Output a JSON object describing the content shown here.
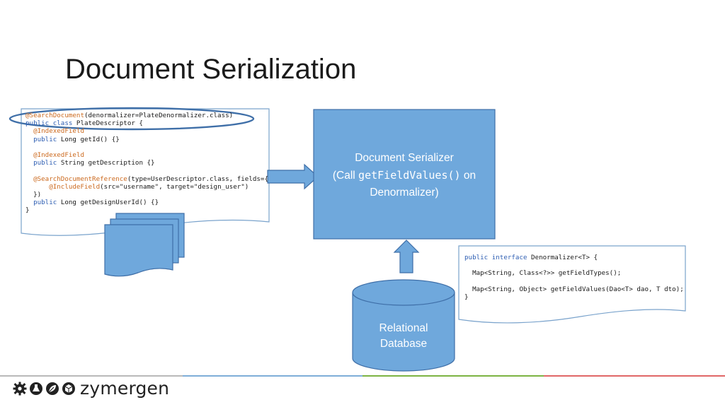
{
  "slide": {
    "title": "Document Serialization"
  },
  "code_left": {
    "lines": [
      [
        {
          "t": "@SearchDocument",
          "c": "ann"
        },
        {
          "t": "(denormalizer=PlateDenormalizer.class)",
          "c": ""
        }
      ],
      [
        {
          "t": "public class",
          "c": "kw"
        },
        {
          "t": " PlateDescriptor {",
          "c": ""
        }
      ],
      [
        {
          "t": "  ",
          "c": ""
        },
        {
          "t": "@IndexedField",
          "c": "ann"
        }
      ],
      [
        {
          "t": "  ",
          "c": ""
        },
        {
          "t": "public",
          "c": "kw"
        },
        {
          "t": " Long getId() {}",
          "c": ""
        }
      ],
      [
        {
          "t": "",
          "c": ""
        }
      ],
      [
        {
          "t": "  ",
          "c": ""
        },
        {
          "t": "@IndexedField",
          "c": "ann"
        }
      ],
      [
        {
          "t": "  ",
          "c": ""
        },
        {
          "t": "public",
          "c": "kw"
        },
        {
          "t": " String getDescription {}",
          "c": ""
        }
      ],
      [
        {
          "t": "",
          "c": ""
        }
      ],
      [
        {
          "t": "  ",
          "c": ""
        },
        {
          "t": "@SearchDocumentReference",
          "c": "ann"
        },
        {
          "t": "(type=UserDescriptor.class, fields={",
          "c": ""
        }
      ],
      [
        {
          "t": "      ",
          "c": ""
        },
        {
          "t": "@IncludeField",
          "c": "ann"
        },
        {
          "t": "(src=\"username\", target=\"design_user\")",
          "c": ""
        }
      ],
      [
        {
          "t": "  })",
          "c": ""
        }
      ],
      [
        {
          "t": "  ",
          "c": ""
        },
        {
          "t": "public",
          "c": "kw"
        },
        {
          "t": " Long getDesignUserId() {}",
          "c": ""
        }
      ],
      [
        {
          "t": "}",
          "c": ""
        }
      ]
    ]
  },
  "serializer_box": {
    "line1": "Document Serializer",
    "line2_prefix": "(Call ",
    "line2_code": "getFieldValues()",
    "line2_suffix": " on",
    "line3": "Denormalizer)"
  },
  "database": {
    "line1": "Relational",
    "line2": "Database"
  },
  "code_right": {
    "lines": [
      [
        {
          "t": "public interface",
          "c": "kw"
        },
        {
          "t": " Denormalizer<T> {",
          "c": ""
        }
      ],
      [
        {
          "t": "",
          "c": ""
        }
      ],
      [
        {
          "t": "  Map<String, Class<?>> getFieldTypes();",
          "c": ""
        }
      ],
      [
        {
          "t": "",
          "c": ""
        }
      ],
      [
        {
          "t": "  Map<String, Object> getFieldValues(Dao<T> dao, T dto);",
          "c": ""
        }
      ],
      [
        {
          "t": "}",
          "c": ""
        }
      ]
    ]
  },
  "footer": {
    "logo_text": "zymergen"
  },
  "icons": [
    "gear-icon",
    "flask-icon",
    "leaf-icon",
    "cube-icon",
    "documents-icon",
    "database-icon",
    "arrow-right-icon",
    "arrow-up-icon"
  ],
  "colors": {
    "box_fill": "#6fa8dc",
    "box_stroke": "#3f6fa8",
    "card_stroke": "#7aa3cc",
    "highlight_ellipse": "#3f6fa8",
    "keyword": "#2f5fb3",
    "annotation": "#cc6a1f",
    "footer_gray": "#b9b9b9",
    "footer_blue": "#7eaed8",
    "footer_green": "#7cb342",
    "footer_red": "#e06666"
  }
}
